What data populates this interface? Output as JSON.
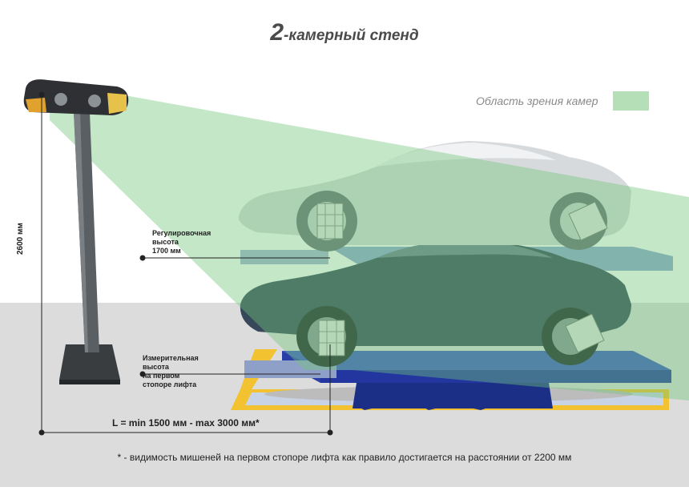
{
  "title": {
    "prefix": "2",
    "rest": "-камерный стенд"
  },
  "legend": {
    "label": "Область зрения камер",
    "color": "#b5dfb7"
  },
  "labels": {
    "adjust_height": {
      "line1": "Регулировочная",
      "line2": "высота",
      "line3": "1700 мм"
    },
    "measure_height": {
      "line1": "Измерительная",
      "line2": "высота",
      "line3": "на первом",
      "line4": "стопоре лифта"
    },
    "camera_height": "2600 мм",
    "distance": "L = min 1500 мм - max 3000 мм*"
  },
  "footnote": "* - видимость мишеней на первом стопоре лифта как правило достигается на расстоянии от 2200 мм",
  "colors": {
    "floor": "#dcdcdc",
    "lift_blue": "#2e47b8",
    "lift_frame": "#1c2f86",
    "yellow": "#f2c230",
    "camera_post": "#555a5e",
    "car_upper": "#d7dadd",
    "car_lower": "#37485a",
    "vision": "#6fc67a",
    "target": "#e3e3e3"
  }
}
